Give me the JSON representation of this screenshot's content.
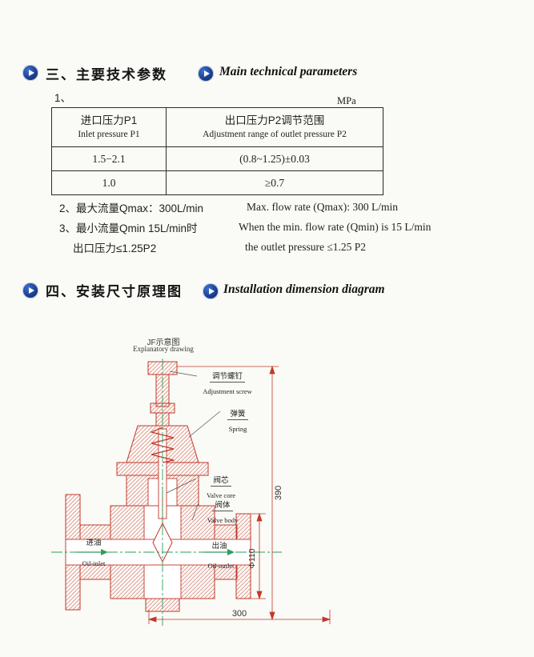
{
  "page": {
    "item_number": "1、",
    "unit": "MPa"
  },
  "section_main_params": {
    "title_cn": "三、主要技术参数",
    "title_en": "Main technical parameters"
  },
  "table": {
    "headers": {
      "col1_cn": "进口压力P1",
      "col1_en": "Inlet pressure P1",
      "col2_cn": "出口压力P2调节范围",
      "col2_en": "Adjustment range of outlet pressure P2"
    },
    "rows": [
      {
        "p1": "1.5−2.1",
        "p2": "(0.8~1.25)±0.03"
      },
      {
        "p1": "1.0",
        "p2": "≥0.7"
      }
    ]
  },
  "notes": {
    "max_flow_cn": "2、最大流量Qmax：300L/min",
    "max_flow_en": "Max. flow rate (Qmax): 300 L/min",
    "min_flow_cn": "3、最小流量Qmin  15L/min时",
    "min_flow_en": "When the min. flow rate (Qmin) is 15 L/min",
    "outlet_pressure_cn": "出口压力≤1.25P2",
    "outlet_pressure_en": "the outlet pressure ≤1.25 P2"
  },
  "section_installation": {
    "title_cn": "四、安装尺寸原理图",
    "title_en": "Installation dimension diagram"
  },
  "diagram": {
    "caption_cn": "JF示意图",
    "caption_en": "Explanatory drawing",
    "labels": {
      "adjustment_screw": {
        "cn": "调节螺钉",
        "en": "Adjustment screw"
      },
      "spring": {
        "cn": "弹簧",
        "en": "Spring"
      },
      "valve_core": {
        "cn": "阀芯",
        "en": "Valve core"
      },
      "valve_body": {
        "cn": "阀体",
        "en": "Valve body"
      },
      "oil_inlet": {
        "cn": "进油",
        "en": "Oil-inlet"
      },
      "oil_outlet": {
        "cn": "出油",
        "en": "Oil-outlet"
      }
    },
    "dimensions": {
      "overall_height": "390",
      "flange_diameter": "Φ110",
      "overall_width": "300"
    }
  },
  "colors": {
    "badge_blue": "#1b3e8e",
    "drawing_red": "#c0392b",
    "centerline_green": "#2e9e5b"
  }
}
